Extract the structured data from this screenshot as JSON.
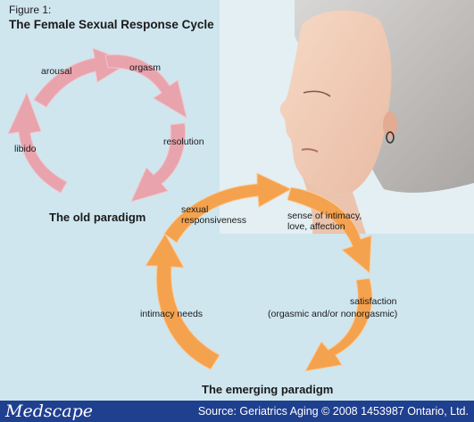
{
  "figure": {
    "label": "Figure 1:",
    "title": "The Female Sexual Response Cycle"
  },
  "old_paradigm": {
    "caption": "The old paradigm",
    "stages": [
      "libido",
      "arousal",
      "orgasm",
      "resolution"
    ],
    "arrow_color": "#e8a3ad"
  },
  "emerging_paradigm": {
    "caption": "The emerging paradigm",
    "stages": {
      "sexual_responsiveness": [
        "sexual",
        "responsiveness"
      ],
      "intimacy": [
        "sense of intimacy,",
        "love, affection"
      ],
      "satisfaction": [
        "satisfaction",
        "(orgasmic and/or nonorgasmic)"
      ],
      "intimacy_needs": "intimacy needs"
    },
    "arrow_color": "#f5a24e"
  },
  "colors": {
    "background": "#cfe6ef",
    "footer": "#1f3f8f"
  },
  "footer": {
    "logo": "Medscape",
    "source": "Source: Geriatrics Aging © 2008 1453987 Ontario, Ltd."
  }
}
